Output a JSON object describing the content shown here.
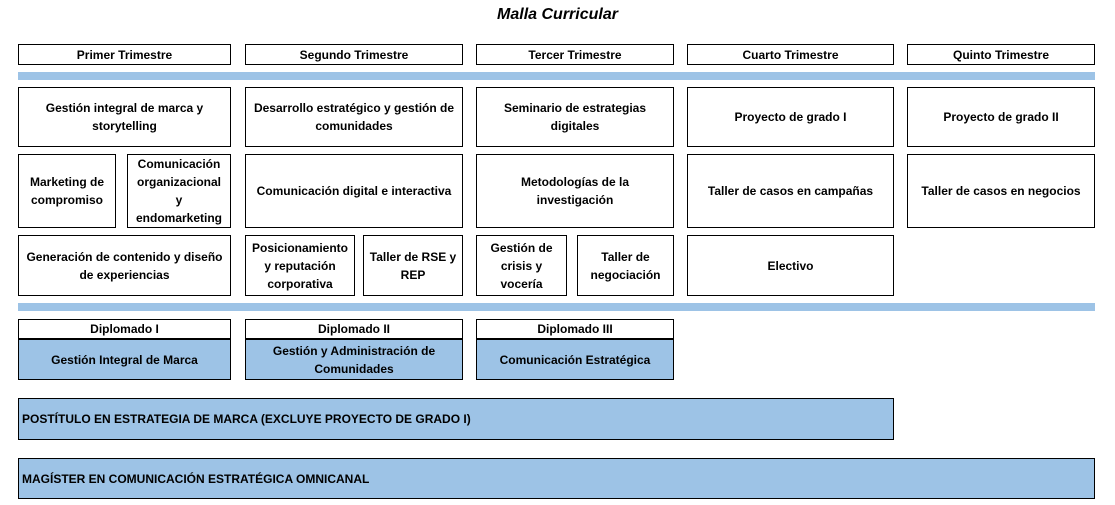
{
  "title": "Malla Curricular",
  "colors": {
    "accent_blue": "#9dc3e6",
    "border": "#000000",
    "background": "#ffffff"
  },
  "trimesters": [
    "Primer Trimestre",
    "Segundo Trimestre",
    "Tercer Trimestre",
    "Cuarto Trimestre",
    "Quinto Trimestre"
  ],
  "courses": {
    "t1_r1": "Gestión integral de marca y storytelling",
    "t1_r2a": "Marketing de compromiso",
    "t1_r2b": "Comunicación organizacional y endomarketing",
    "t1_r3": "Generación de contenido y diseño de experiencias",
    "t2_r1": "Desarrollo estratégico y gestión de comunidades",
    "t2_r2": "Comunicación digital e interactiva",
    "t2_r3a": "Posicionamiento y reputación corporativa",
    "t2_r3b": "Taller de RSE y REP",
    "t3_r1": "Seminario de estrategias digitales",
    "t3_r2": "Metodologías de la investigación",
    "t3_r3a": "Gestión de crisis y vocería",
    "t3_r3b": "Taller de negociación",
    "t4_r1": "Proyecto de grado I",
    "t4_r2": "Taller de casos en campañas",
    "t4_r3": "Electivo",
    "t5_r1": "Proyecto de grado II",
    "t5_r2": "Taller de casos en negocios"
  },
  "diplomados": [
    {
      "label": "Diplomado I",
      "name": "Gestión Integral de Marca"
    },
    {
      "label": "Diplomado II",
      "name": "Gestión y Administración de Comunidades"
    },
    {
      "label": "Diplomado III",
      "name": "Comunicación Estratégica"
    }
  ],
  "postitulo": "POSTÍTULO EN ESTRATEGIA DE MARCA (EXCLUYE PROYECTO DE GRADO I)",
  "magister": "MAGÍSTER EN COMUNICACIÓN ESTRATÉGICA OMNICANAL"
}
